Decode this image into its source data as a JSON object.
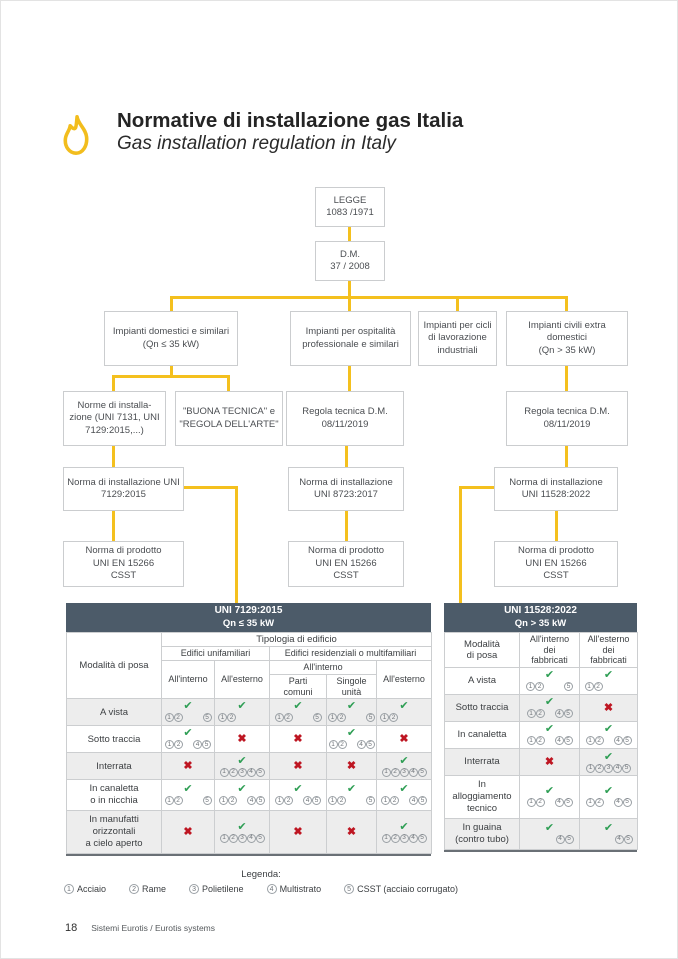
{
  "page": {
    "title": "Normative di installazione gas Italia",
    "subtitle": "Gas installation regulation in Italy",
    "footer_page_number": "18",
    "footer_text": "Sistemi Eurotis / Eurotis systems"
  },
  "colors": {
    "accent_yellow": "#f4c01e",
    "header_slate": "#4c5b69",
    "check_green": "#2e9e54",
    "cross_red": "#be1622"
  },
  "flowchart": {
    "nodes": {
      "legge": "LEGGE\n1083 /1971",
      "dm": "D.M.\n37 / 2008",
      "b1": "Impianti domestici e similari\n(Qn ≤ 35 kW)",
      "b2": "Impianti per ospitalità\nprofessionale e similari",
      "b3": "Impianti per cicli\ndi lavorazione\nindustriali",
      "b4": "Impianti civili extra\ndomestici\n(Qn > 35 kW)",
      "l2_1": "Norme di installa-\nzione (UNI 7131, UNI\n7129:2015,...)",
      "l2_2": "\"BUONA TECNICA\" e\n\"REGOLA DELL'ARTE\"",
      "l2_3": "Regola tecnica D.M.\n08/11/2019",
      "l2_4": "Regola tecnica D.M.\n08/11/2019",
      "l3_1": "Norma di installazione UNI\n7129:2015",
      "l3_2": "Norma di installazione\nUNI 8723:2017",
      "l3_3": "Norma di installazione\nUNI 11528:2022",
      "l4_1": "Norma di prodotto\nUNI EN 15266\nCSST",
      "l4_2": "Norma di prodotto\nUNI EN 15266\nCSST",
      "l4_3": "Norma di prodotto\nUNI EN 15266\nCSST"
    }
  },
  "tables": {
    "left": {
      "title": "UNI 7129:2015",
      "subtitle": "Qn ≤ 35 kW",
      "row_header": "Modalità di posa",
      "top_header": "Tipologia di edificio",
      "group_unifamiliari": "Edifici unifamiliari",
      "group_multifamiliari": "Edifici residenziali o multifamiliari",
      "col_interno": "All'interno",
      "col_esterno": "All'esterno",
      "col_interno_multi": "All'interno",
      "col_parti_comuni": "Parti\ncomuni",
      "col_singole_unita": "Singole\nunità",
      "col_esterno_multi": "All'esterno",
      "rows": [
        {
          "label": "A vista",
          "cells": [
            {
              "ok": true,
              "materials": [
                1,
                2,
                5
              ]
            },
            {
              "ok": true,
              "materials": [
                1,
                2
              ]
            },
            {
              "ok": true,
              "materials": [
                1,
                2,
                5
              ]
            },
            {
              "ok": true,
              "materials": [
                1,
                2,
                5
              ]
            },
            {
              "ok": true,
              "materials": [
                1,
                2
              ]
            }
          ]
        },
        {
          "label": "Sotto traccia",
          "cells": [
            {
              "ok": true,
              "materials": [
                1,
                2,
                4,
                5
              ]
            },
            {
              "ok": false
            },
            {
              "ok": false
            },
            {
              "ok": true,
              "materials": [
                1,
                2,
                4,
                5
              ]
            },
            {
              "ok": false
            }
          ]
        },
        {
          "label": "Interrata",
          "cells": [
            {
              "ok": false
            },
            {
              "ok": true,
              "materials": [
                1,
                2,
                3,
                4,
                5
              ]
            },
            {
              "ok": false
            },
            {
              "ok": false
            },
            {
              "ok": true,
              "materials": [
                1,
                2,
                3,
                4,
                5
              ]
            }
          ]
        },
        {
          "label": "In canaletta\no in nicchia",
          "cells": [
            {
              "ok": true,
              "materials": [
                1,
                2,
                5
              ]
            },
            {
              "ok": true,
              "materials": [
                1,
                2,
                4,
                5
              ]
            },
            {
              "ok": true,
              "materials": [
                1,
                2,
                4,
                5
              ]
            },
            {
              "ok": true,
              "materials": [
                1,
                2,
                5
              ]
            },
            {
              "ok": true,
              "materials": [
                1,
                2,
                4,
                5
              ]
            }
          ]
        },
        {
          "label": "In manufatti\norizzontali\na cielo aperto",
          "cells": [
            {
              "ok": false
            },
            {
              "ok": true,
              "materials": [
                1,
                2,
                3,
                4,
                5
              ]
            },
            {
              "ok": false
            },
            {
              "ok": false
            },
            {
              "ok": true,
              "materials": [
                1,
                2,
                3,
                4,
                5
              ]
            }
          ]
        }
      ]
    },
    "right": {
      "title": "UNI 11528:2022",
      "subtitle": "Qn > 35 kW",
      "row_header": "Modalità\ndi posa",
      "col_interno": "All'interno\ndei\nfabbricati",
      "col_esterno": "All'esterno\ndei\nfabbricati",
      "rows": [
        {
          "label": "A vista",
          "cells": [
            {
              "ok": true,
              "materials": [
                1,
                2,
                5
              ]
            },
            {
              "ok": true,
              "materials": [
                1,
                2
              ]
            }
          ]
        },
        {
          "label": "Sotto traccia",
          "cells": [
            {
              "ok": true,
              "materials": [
                1,
                2,
                4,
                5
              ]
            },
            {
              "ok": false
            }
          ]
        },
        {
          "label": "In canaletta",
          "cells": [
            {
              "ok": true,
              "materials": [
                1,
                2,
                4,
                5
              ]
            },
            {
              "ok": true,
              "materials": [
                1,
                2,
                4,
                5
              ]
            }
          ]
        },
        {
          "label": "Interrata",
          "cells": [
            {
              "ok": false
            },
            {
              "ok": true,
              "materials": [
                1,
                2,
                3,
                4,
                5
              ]
            }
          ]
        },
        {
          "label": "In\nalloggiamento\ntecnico",
          "cells": [
            {
              "ok": true,
              "materials": [
                1,
                2,
                4,
                5
              ]
            },
            {
              "ok": true,
              "materials": [
                1,
                2,
                4,
                5
              ]
            }
          ]
        },
        {
          "label": "In guaina\n(contro tubo)",
          "cells": [
            {
              "ok": true,
              "materials": [
                4,
                5
              ]
            },
            {
              "ok": true,
              "materials": [
                4,
                5
              ]
            }
          ]
        }
      ]
    }
  },
  "legend": {
    "title": "Legenda:",
    "items": [
      {
        "num": "1",
        "label": "Acciaio"
      },
      {
        "num": "2",
        "label": "Rame"
      },
      {
        "num": "3",
        "label": "Polietilene"
      },
      {
        "num": "4",
        "label": "Multistrato"
      },
      {
        "num": "5",
        "label": "CSST (acciaio corrugato)"
      }
    ]
  }
}
